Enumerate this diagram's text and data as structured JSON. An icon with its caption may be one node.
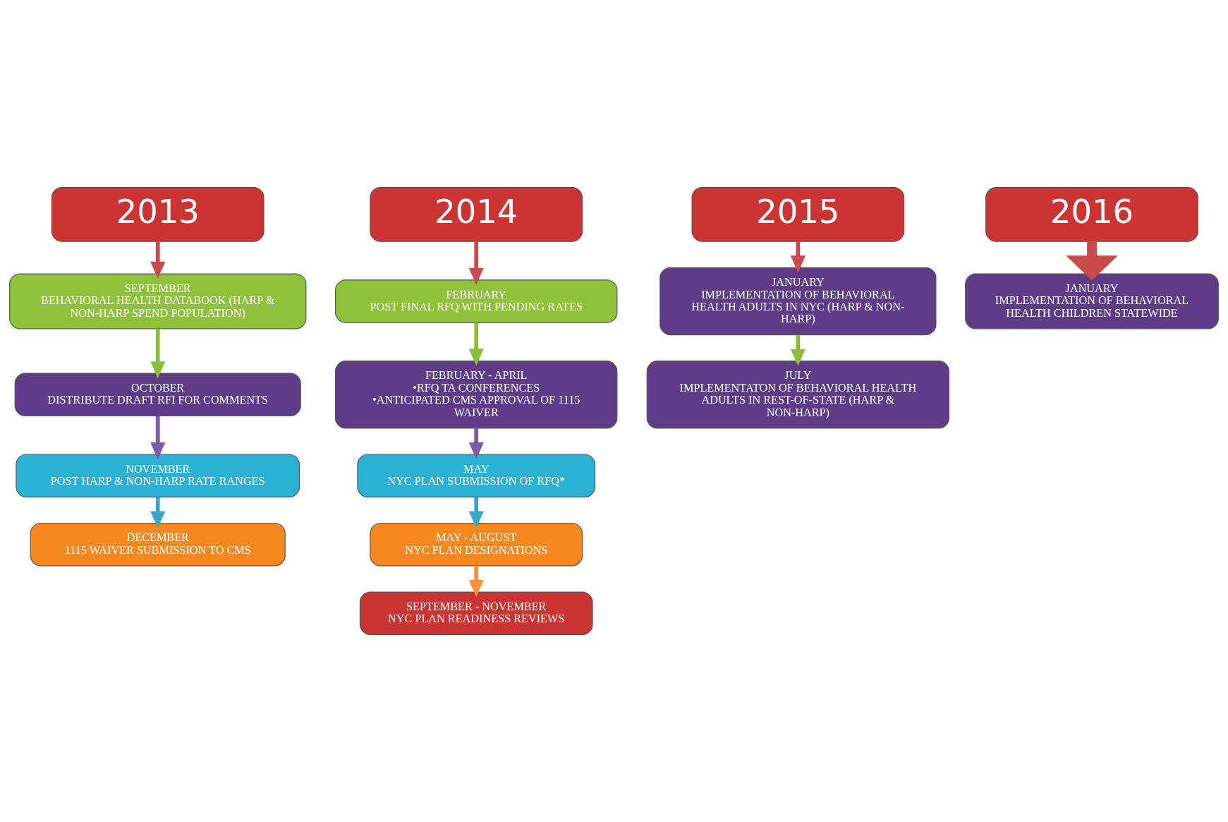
{
  "diagram": {
    "nodes": [
      {
        "text": [
          "2013"
        ]
      },
      {
        "text": [
          "SEPTEMBER",
          "BEHAVIORAL HEALTH DATABOOK (HARP & NON-HARP SPEND POPULATION)"
        ]
      },
      {
        "text": [
          "OCTOBER",
          "DISTRIBUTE DRAFT RFI FOR COMMENTS"
        ]
      },
      {
        "text": [
          "NOVEMBER",
          "POST HARP & NON-HARP RATE RANGES"
        ]
      },
      {
        "text": [
          "DECEMBER",
          "1115 WAIVER SUBMISSION TO CMS"
        ]
      },
      {
        "text": [
          "2014"
        ]
      },
      {
        "text": [
          "FEBRUARY",
          "POST FINAL RFQ WITH PENDING RATES"
        ]
      },
      {
        "text": [
          "FEBRUARY - APRIL",
          "•RFQ TA CONFERENCES",
          "•ANTICIPATED CMS APPROVAL OF 1115 WAIVER"
        ]
      },
      {
        "text": [
          "MAY",
          "NYC PLAN SUBMISSION OF RFQ*"
        ]
      },
      {
        "text": [
          "MAY - AUGUST",
          "NYC PLAN DESIGNATIONS"
        ]
      },
      {
        "text": [
          "SEPTEMBER - NOVEMBER",
          "NYC PLAN READINESS REVIEWS"
        ]
      },
      {
        "text": [
          "2015"
        ]
      },
      {
        "text": [
          "JANUARY",
          "IMPLEMENTATION OF BEHAVIORAL HEALTH ADULTS IN NYC (HARP & NON-HARP)"
        ]
      },
      {
        "text": [
          "JULY",
          "IMPLEMENTATON OF BEHAVIORAL HEALTH ADULTS IN REST-OF-STATE (HARP & NON-HARP)"
        ]
      },
      {
        "text": [
          "2016"
        ]
      },
      {
        "text": [
          "JANUARY",
          "IMPLEMENTATION OF BEHAVIORAL HEALTH CHILDREN STATEWIDE"
        ]
      }
    ],
    "edges": [
      {
        "from": 0,
        "to": 1,
        "arrow": "to",
        "color": "#c94a4a"
      },
      {
        "from": 1,
        "to": 2,
        "arrow": "to",
        "color": "#8dbb3c"
      },
      {
        "from": 2,
        "to": 3,
        "arrow": "to",
        "color": "#7e5aa6"
      },
      {
        "from": 3,
        "to": 4,
        "arrow": "to",
        "color": "#36a6c9"
      },
      {
        "from": 5,
        "to": 6,
        "arrow": "to",
        "color": "#c94a4a"
      },
      {
        "from": 6,
        "to": 7,
        "arrow": "to",
        "color": "#8dbb3c"
      },
      {
        "from": 7,
        "to": 8,
        "arrow": "to",
        "color": "#7e5aa6"
      },
      {
        "from": 8,
        "to": 9,
        "arrow": "to",
        "color": "#36a6c9"
      },
      {
        "from": 9,
        "to": 10,
        "arrow": "to",
        "color": "#f7913a"
      },
      {
        "from": 11,
        "to": 12,
        "arrow": "to",
        "color": "#c94a4a"
      },
      {
        "from": 12,
        "to": 13,
        "arrow": "to",
        "color": "#8dbb3c"
      },
      {
        "from": 14,
        "to": 15,
        "arrow": "to",
        "color": "#c94a4a",
        "style": "thick"
      }
    ]
  }
}
